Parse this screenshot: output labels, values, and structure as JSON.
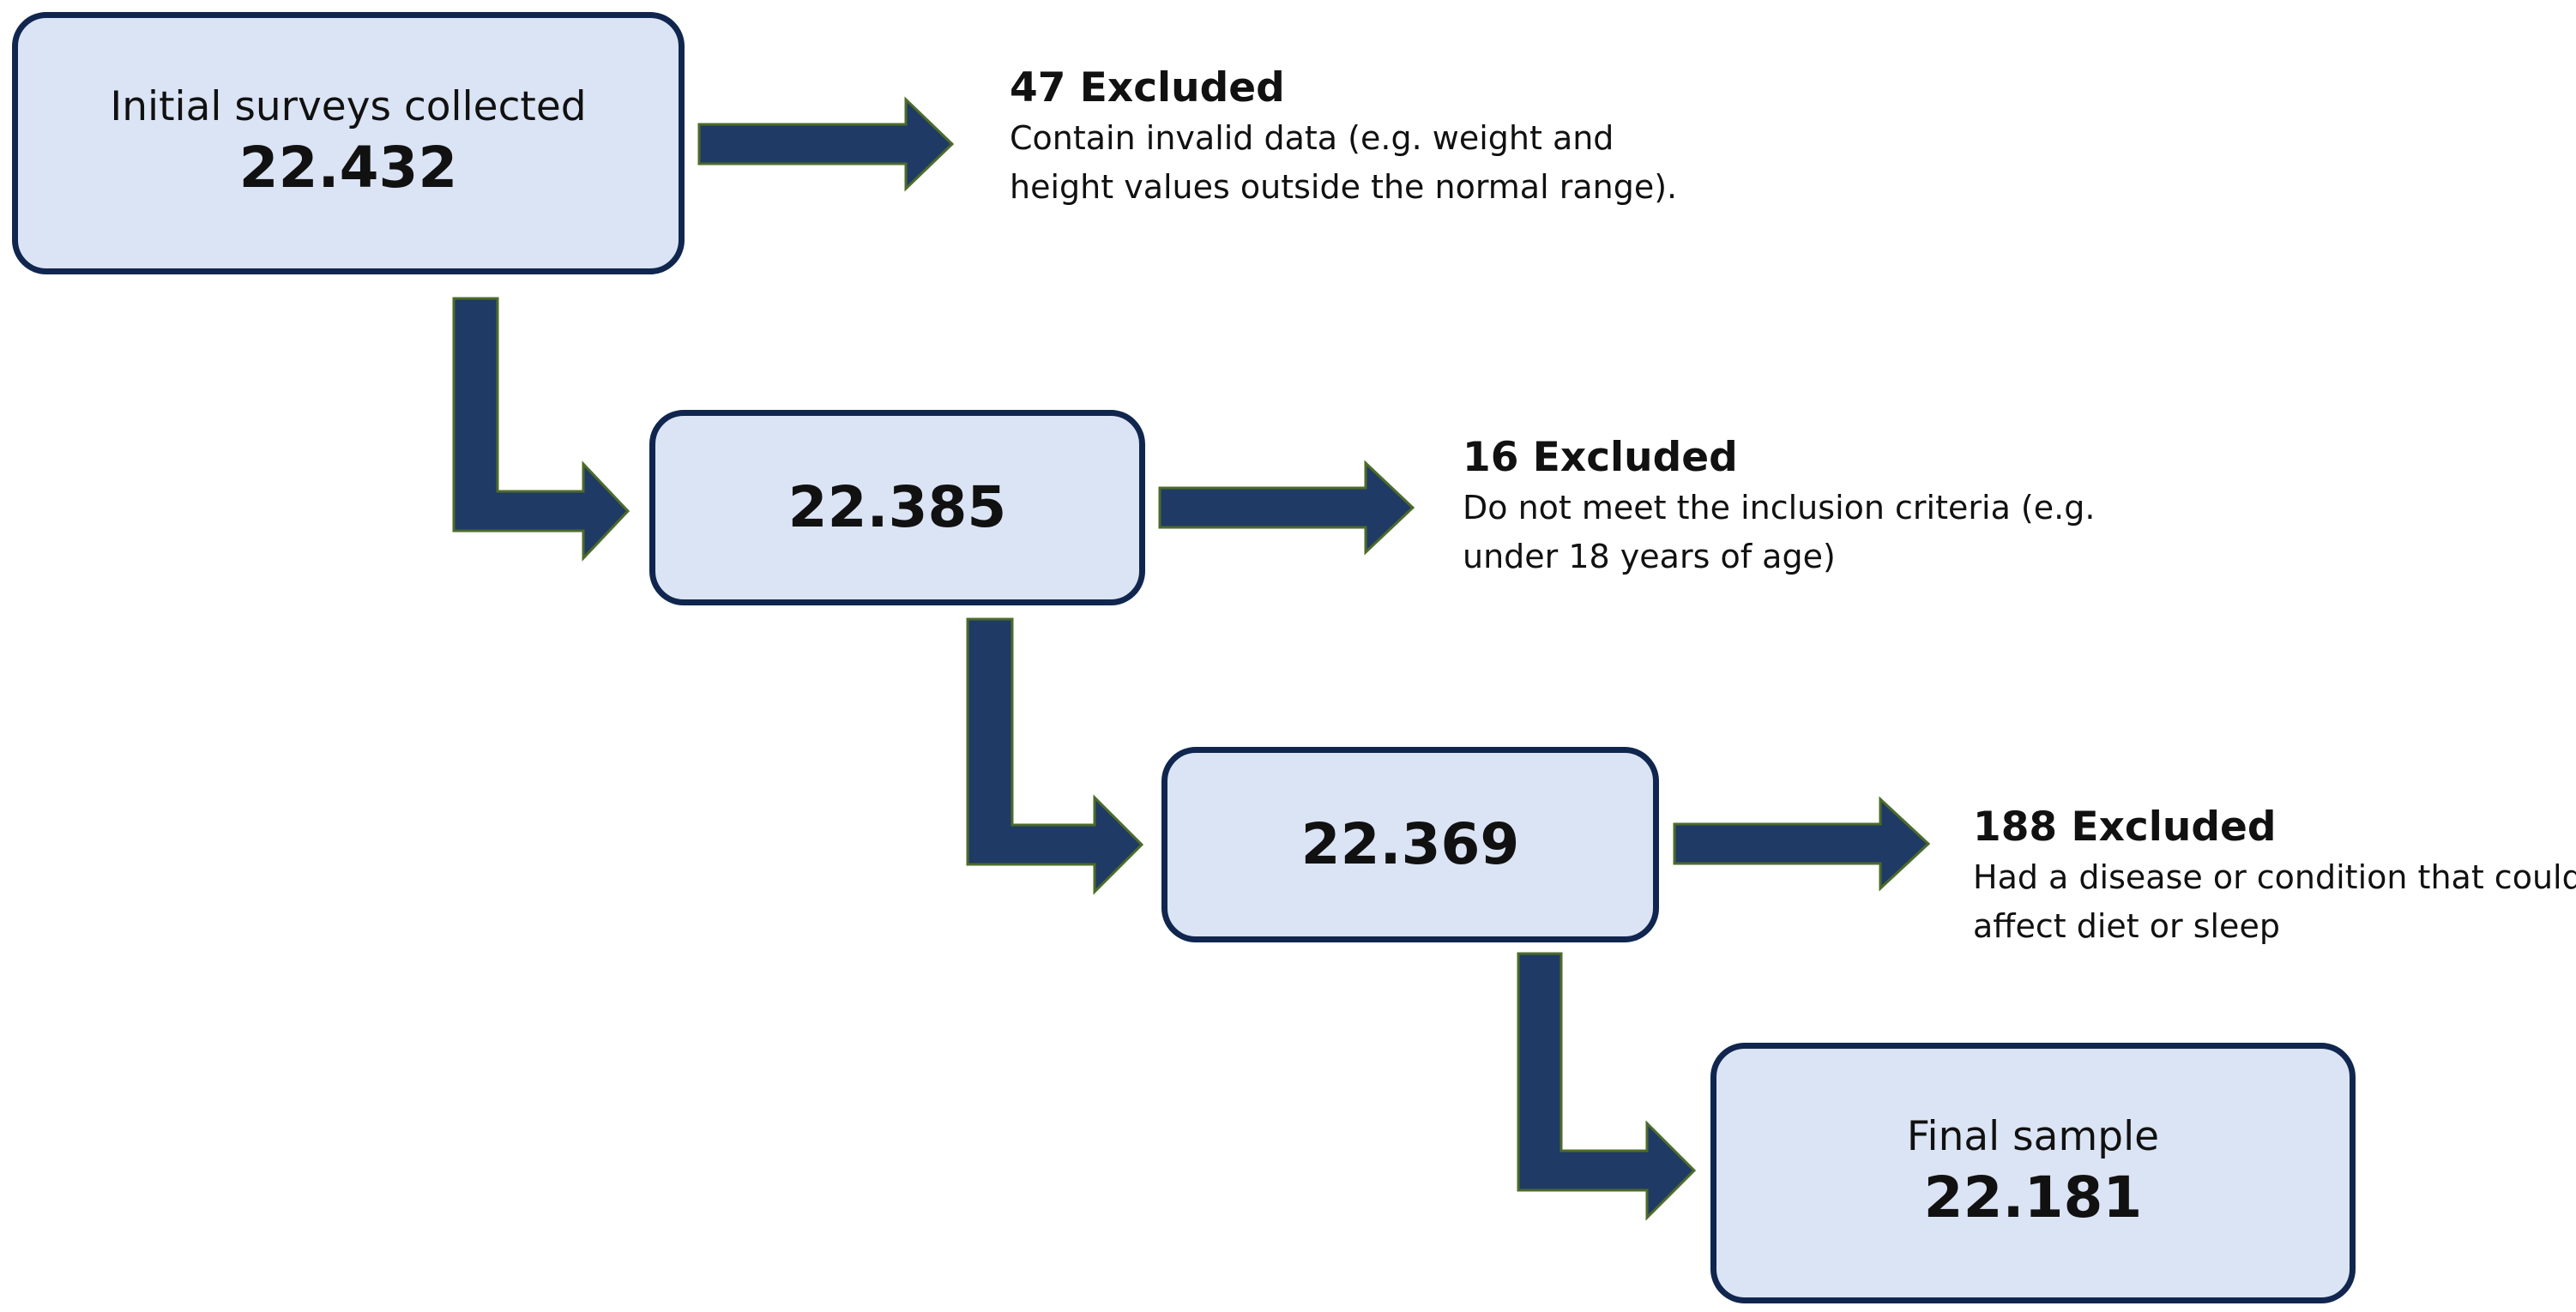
{
  "flowchart": {
    "colors": {
      "box_fill": "#dbe4f4",
      "box_border": "#10264f",
      "arrow_fill": "#1f3a64",
      "arrow_outline": "#4d6b2a"
    },
    "steps": [
      {
        "label": "Initial surveys collected",
        "count": "22.432"
      },
      {
        "label": "",
        "count": "22.385"
      },
      {
        "label": "",
        "count": "22.369"
      },
      {
        "label": "Final sample",
        "count": "22.181"
      }
    ],
    "exclusions": [
      {
        "title": "47 Excluded",
        "lines": [
          "Contain invalid data (e.g. weight and",
          "height values outside the normal range)."
        ]
      },
      {
        "title": "16 Excluded",
        "lines": [
          "Do not meet the inclusion criteria (e.g.",
          "under 18 years of age)"
        ]
      },
      {
        "title": "188 Excluded",
        "lines": [
          "Had a disease or condition that could",
          "affect diet or sleep"
        ]
      }
    ]
  }
}
